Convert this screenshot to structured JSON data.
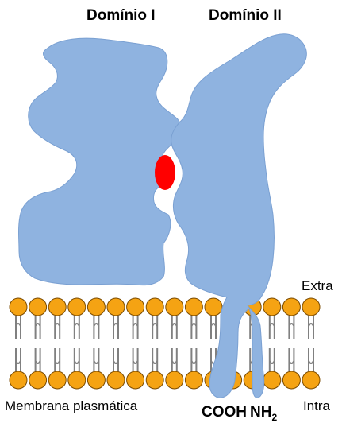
{
  "labels": {
    "domain1": "Domínio I",
    "domain2": "Domínio II",
    "extra": "Extra",
    "intra": "Intra",
    "membrane": "Membrana plasmática",
    "cooh": "COOH",
    "nh2_base": "NH",
    "nh2_sub": "2"
  },
  "membrane": {
    "lipids_per_leaflet": 16
  },
  "colors": {
    "protein": "#8fb3e0",
    "protein_edge": "#7aa0d2",
    "ligand": "#ff0000",
    "lipid_head": "#f5a313",
    "lipid_head_edge": "#7a4a00",
    "lipid_tail": "#808080"
  }
}
